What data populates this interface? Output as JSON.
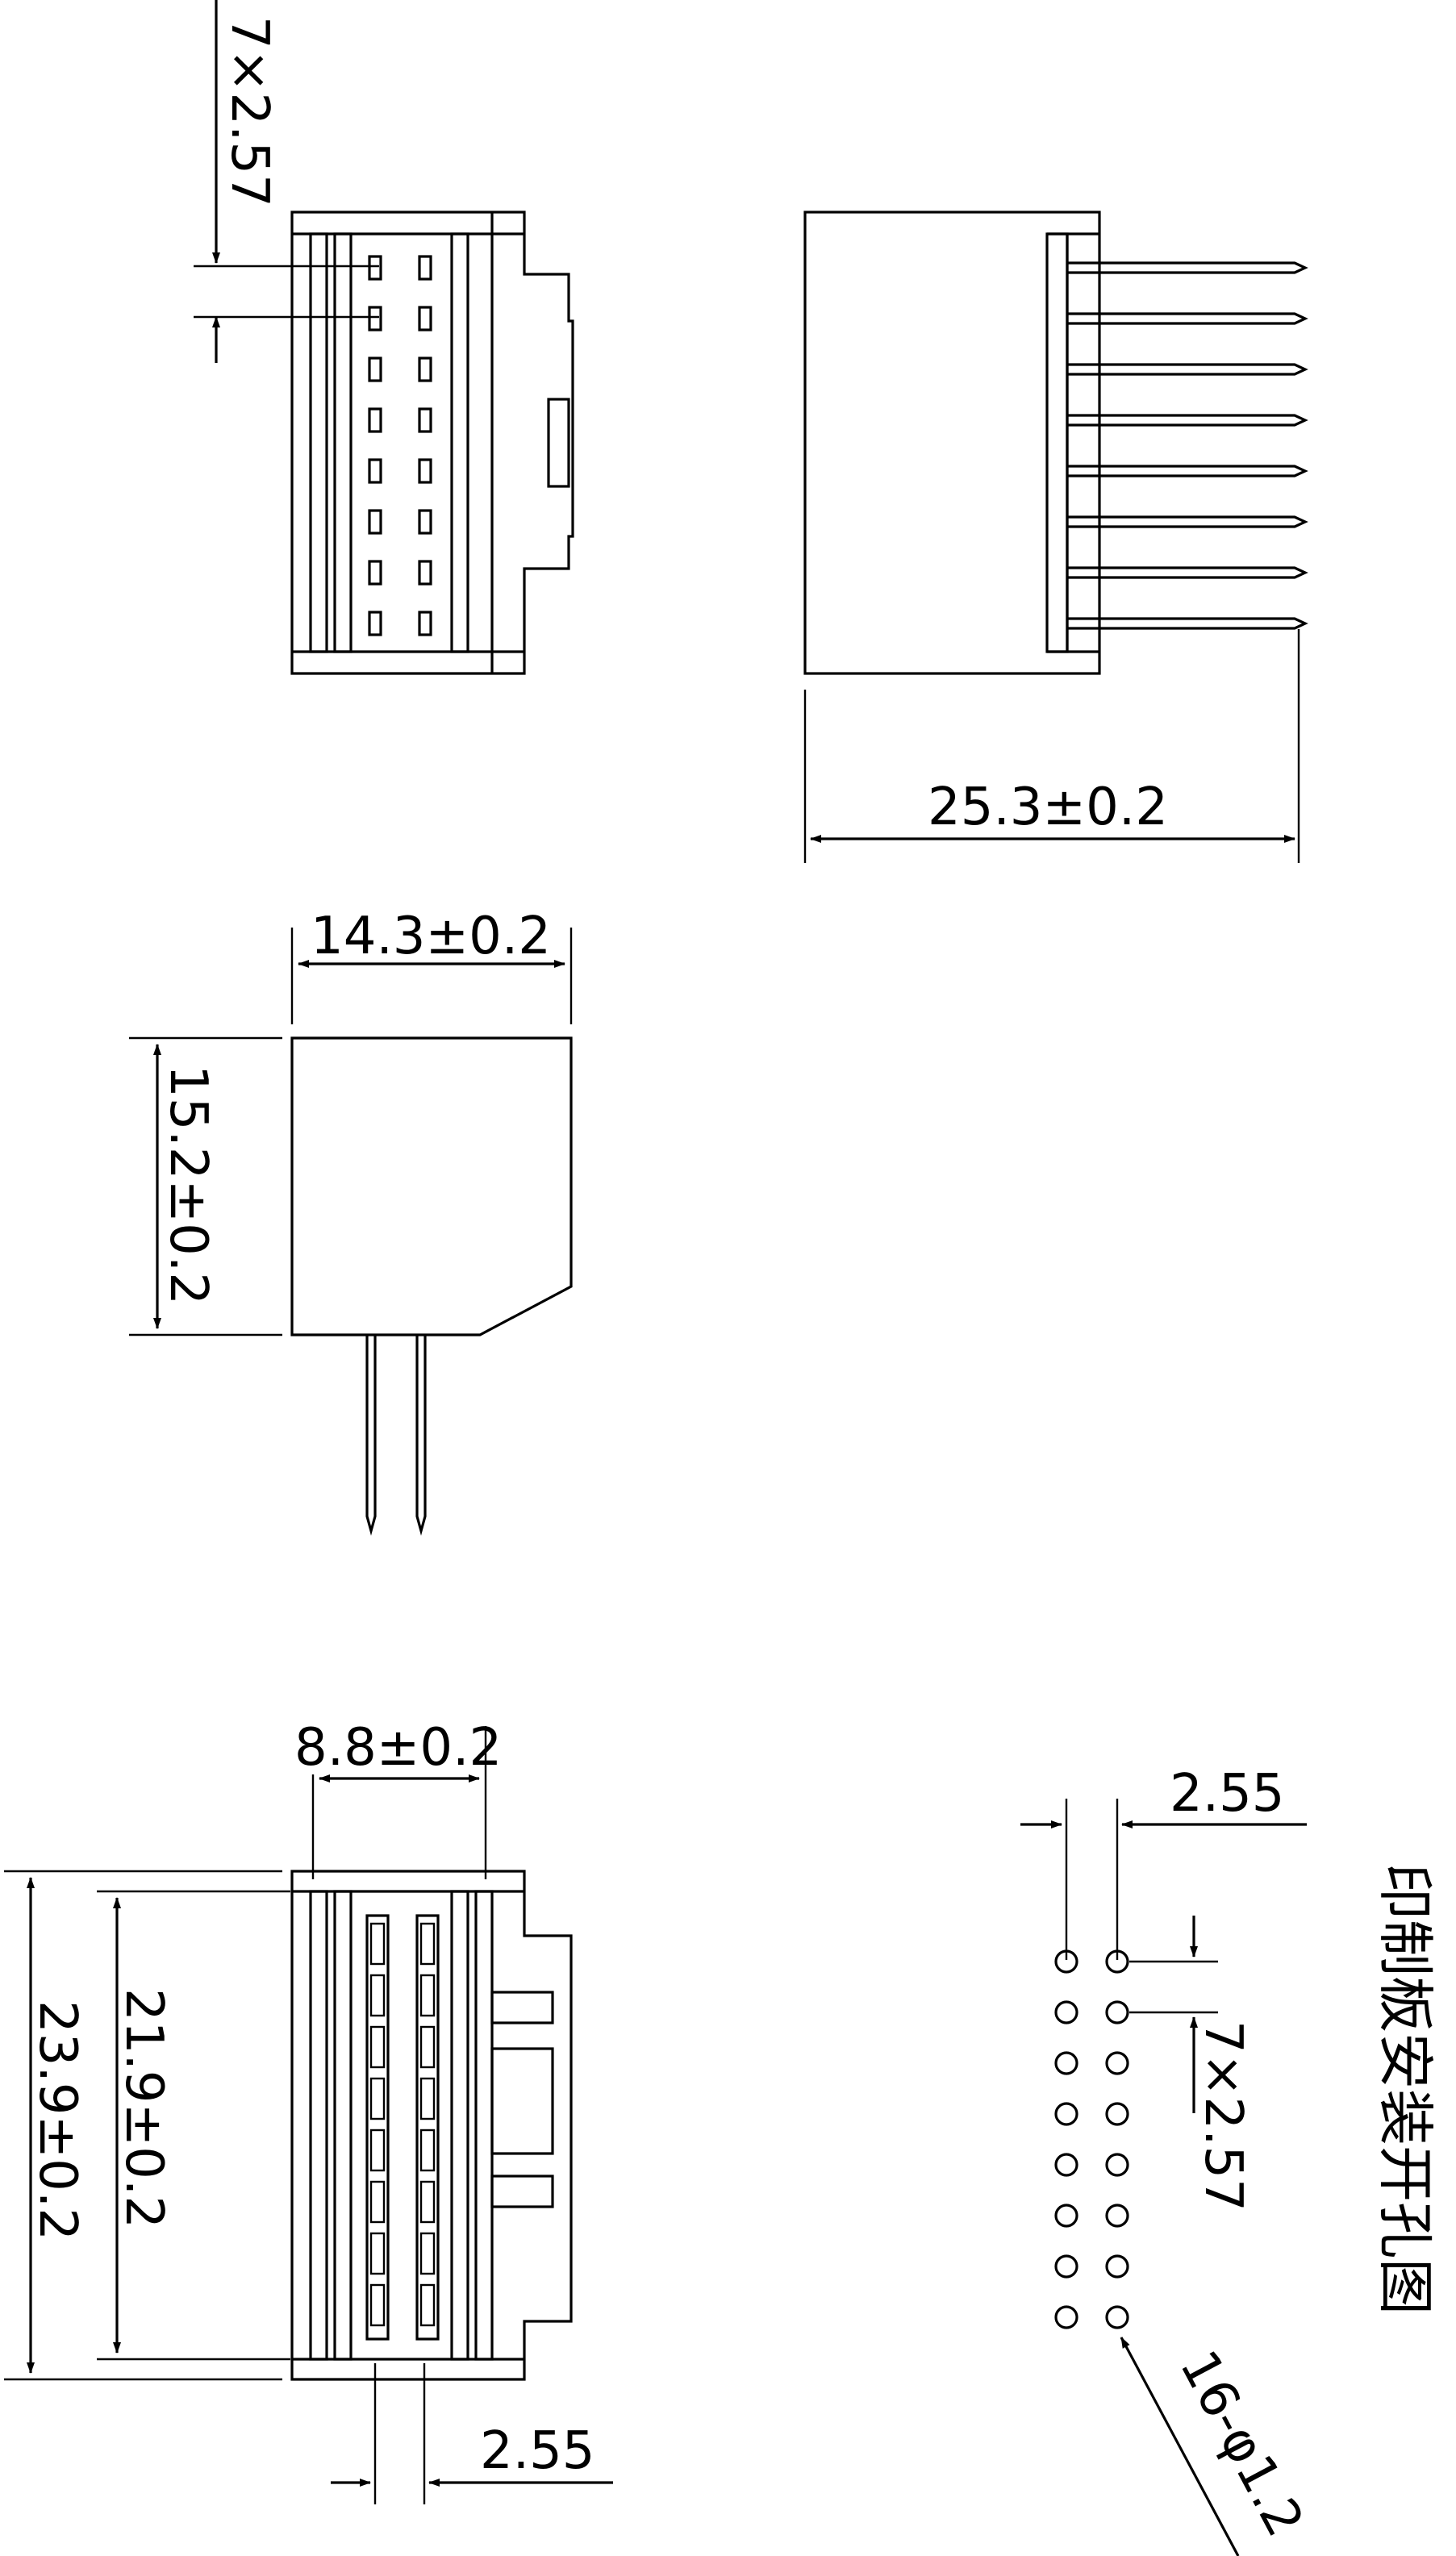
{
  "dimensions": {
    "top_pitch": "7×2.57",
    "side_length": "25.3±0.2",
    "width": "14.3±0.2",
    "height": "15.2±0.2",
    "inner_width": "8.8±0.2",
    "outer_length": "23.9±0.2",
    "inner_length": "21.9±0.2",
    "bottom_pitch": "2.55",
    "pcb_pitch_x": "2.55",
    "pcb_pitch_y": "7×2.57",
    "pcb_holes": "16-φ1.2"
  },
  "pcb_title": "印制板安装开孔图",
  "colors": {
    "line": "#000000",
    "background": "#ffffff"
  }
}
